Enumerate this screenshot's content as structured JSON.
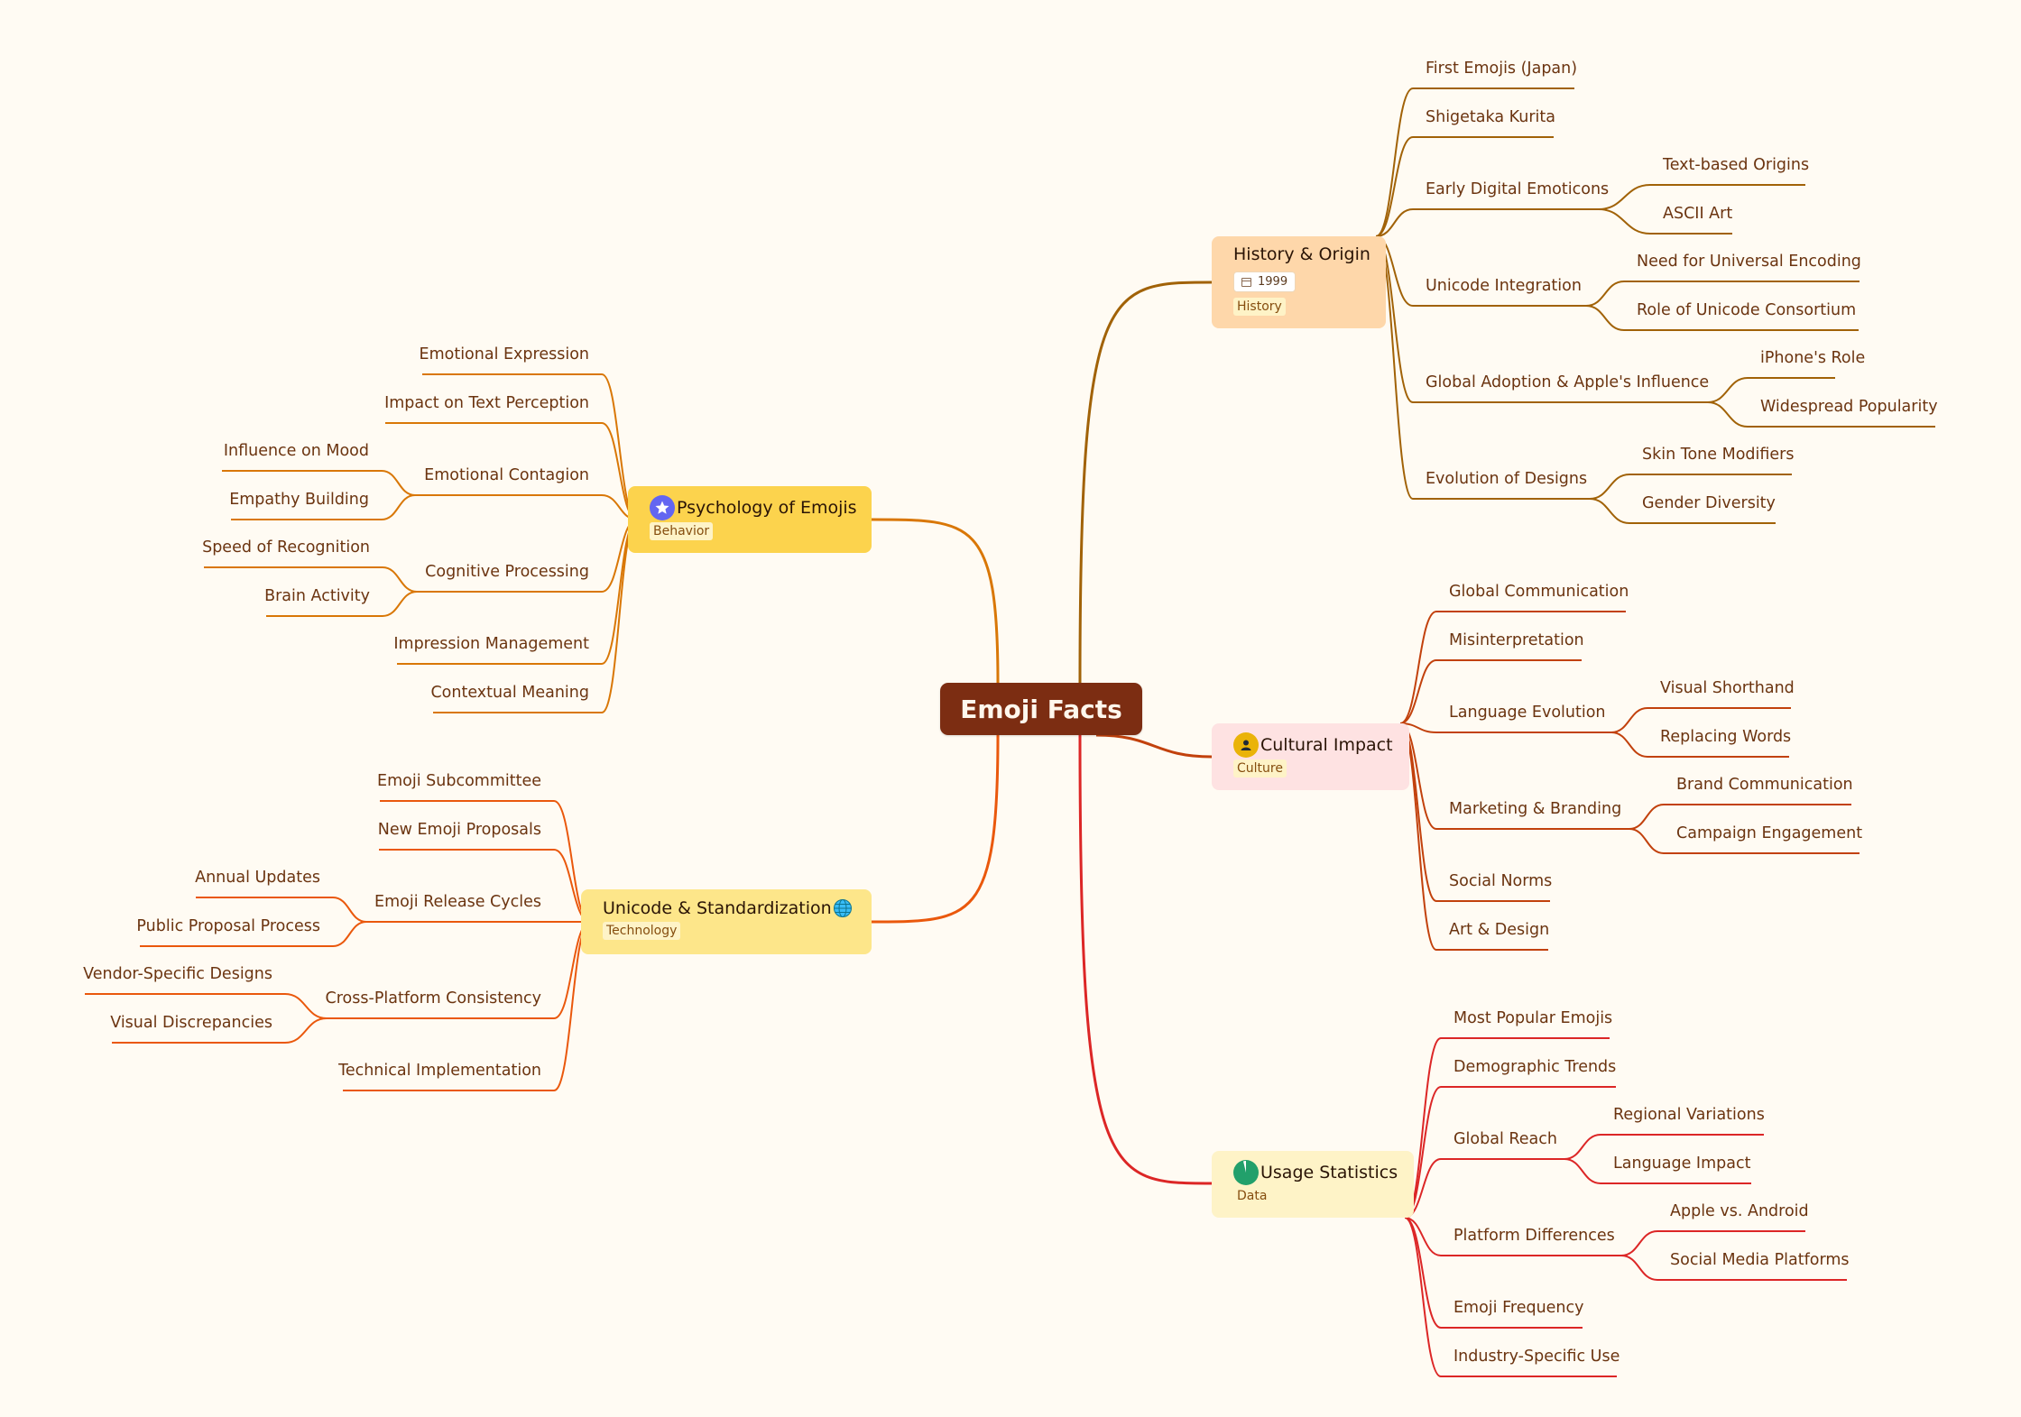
{
  "root": {
    "label": "Emoji Facts"
  },
  "branches": {
    "history": {
      "title": "History & Origin",
      "date": "1999",
      "tag": "History",
      "children": [
        {
          "label": "First Emojis (Japan)"
        },
        {
          "label": "Shigetaka Kurita"
        },
        {
          "label": "Early Digital Emoticons",
          "children": [
            "Text-based Origins",
            "ASCII Art"
          ]
        },
        {
          "label": "Unicode Integration",
          "children": [
            "Need for Universal Encoding",
            "Role of Unicode Consortium"
          ]
        },
        {
          "label": "Global Adoption & Apple's Influence",
          "children": [
            "iPhone's Role",
            "Widespread Popularity"
          ]
        },
        {
          "label": "Evolution of Designs",
          "children": [
            "Skin Tone Modifiers",
            "Gender Diversity"
          ]
        }
      ]
    },
    "cultural": {
      "title": "Cultural Impact",
      "icon": "person-icon",
      "tag": "Culture",
      "children": [
        {
          "label": "Global Communication"
        },
        {
          "label": "Misinterpretation"
        },
        {
          "label": "Language Evolution",
          "children": [
            "Visual Shorthand",
            "Replacing Words"
          ]
        },
        {
          "label": "Marketing & Branding",
          "children": [
            "Brand Communication",
            "Campaign Engagement"
          ]
        },
        {
          "label": "Social Norms"
        },
        {
          "label": "Art & Design"
        }
      ]
    },
    "usage": {
      "title": "Usage Statistics",
      "icon": "pie-chart-icon",
      "tag": "Data",
      "children": [
        {
          "label": "Most Popular Emojis"
        },
        {
          "label": "Demographic Trends"
        },
        {
          "label": "Global Reach",
          "children": [
            "Regional Variations",
            "Language Impact"
          ]
        },
        {
          "label": "Platform Differences",
          "children": [
            "Apple vs. Android",
            "Social Media Platforms"
          ]
        },
        {
          "label": "Emoji Frequency"
        },
        {
          "label": "Industry-Specific Use"
        }
      ]
    },
    "psychology": {
      "title": "Psychology of Emojis",
      "icon": "star-icon",
      "tag": "Behavior",
      "children": [
        {
          "label": "Emotional Expression"
        },
        {
          "label": "Impact on Text Perception"
        },
        {
          "label": "Emotional Contagion",
          "children": [
            "Influence on Mood",
            "Empathy Building"
          ]
        },
        {
          "label": "Cognitive Processing",
          "children": [
            "Speed of Recognition",
            "Brain Activity"
          ]
        },
        {
          "label": "Impression Management"
        },
        {
          "label": "Contextual Meaning"
        }
      ]
    },
    "unicode": {
      "title": "Unicode & Standardization",
      "icon": "globe-icon",
      "tag": "Technology",
      "children": [
        {
          "label": "Emoji Subcommittee"
        },
        {
          "label": "New Emoji Proposals"
        },
        {
          "label": "Emoji Release Cycles",
          "children": [
            "Annual Updates",
            "Public Proposal Process"
          ]
        },
        {
          "label": "Cross-Platform Consistency",
          "children": [
            "Vendor-Specific Designs",
            "Visual Discrepancies"
          ]
        },
        {
          "label": "Technical Implementation"
        }
      ]
    }
  },
  "colors": {
    "root": "#7c2d12",
    "history_line": "#a16207",
    "cultural_line": "#c2410c",
    "usage_line": "#dc2626",
    "psychology_line": "#d97706",
    "unicode_line": "#ea580c"
  }
}
